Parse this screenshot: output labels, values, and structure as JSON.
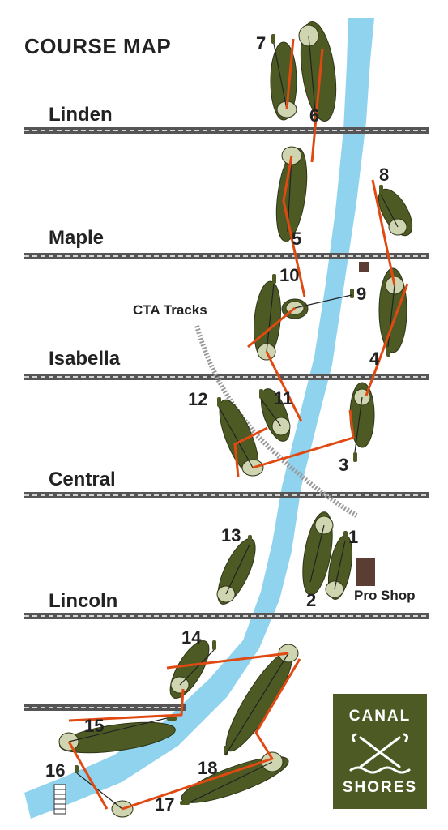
{
  "title": "COURSE MAP",
  "streets": [
    "Linden",
    "Maple",
    "Isabella",
    "Central",
    "Lincoln"
  ],
  "holes": [
    "1",
    "2",
    "3",
    "4",
    "5",
    "6",
    "7",
    "8",
    "9",
    "10",
    "11",
    "12",
    "13",
    "14",
    "15",
    "16",
    "17",
    "18"
  ],
  "labels": {
    "cta_tracks": "CTA Tracks",
    "pro_shop": "Pro Shop"
  },
  "logo": {
    "line1": "CANAL",
    "line2": "SHORES"
  },
  "colors": {
    "water": "#8fd3ee",
    "fairway": "#4d5a24",
    "green": "#cfd5b0",
    "route": "#e04a12",
    "logo_bg": "#4d5a24"
  }
}
